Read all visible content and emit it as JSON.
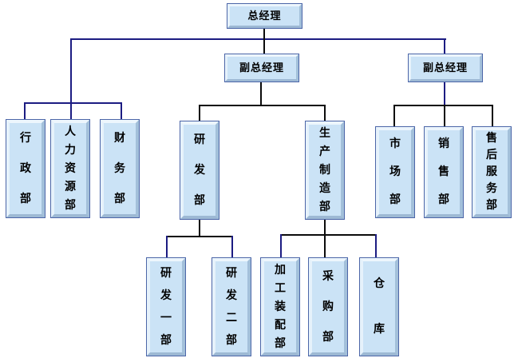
{
  "diagram": {
    "type": "org-chart",
    "nodes": {
      "gm": {
        "label": "总经理"
      },
      "vp1": {
        "label": "副总经理"
      },
      "vp2": {
        "label": "副总经理"
      },
      "admin": {
        "label": "行政部"
      },
      "hr": {
        "label": "人力资源部"
      },
      "finance": {
        "label": "财务部"
      },
      "rd": {
        "label": "研发部"
      },
      "mfg": {
        "label": "生产制造部"
      },
      "market": {
        "label": "市场部"
      },
      "sales": {
        "label": "销售部"
      },
      "aftersales": {
        "label": "售后服务部"
      },
      "rd1": {
        "label": "研发一部"
      },
      "rd2": {
        "label": "研发二部"
      },
      "assembly": {
        "label": "加工装配部"
      },
      "purchase": {
        "label": "采购部"
      },
      "warehouse": {
        "label": "仓库"
      }
    },
    "structure": {
      "总经理": {
        "direct": [
          "行政部",
          "人力资源部",
          "财务部"
        ],
        "副总经理(1)": {
          "研发部": [
            "研发一部",
            "研发二部"
          ],
          "生产制造部": [
            "加工装配部",
            "采购部",
            "仓库"
          ]
        },
        "副总经理(2)": [
          "市场部",
          "销售部",
          "售后服务部"
        ]
      }
    },
    "colors": {
      "box_fill": "#cbe3f6",
      "box_bevel_light": "#edf6fd",
      "box_bevel_dark": "#a3c0da",
      "box_outline": "#4c66a8",
      "line_navy": "#1c1c82",
      "line_black": "#0b0b0b",
      "text": "#000000",
      "background": "#ffffff"
    }
  }
}
